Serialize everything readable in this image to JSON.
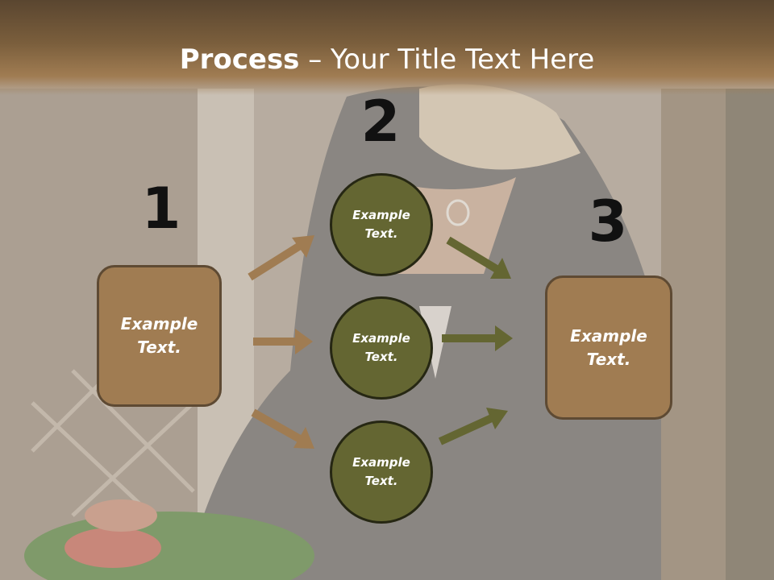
{
  "title": {
    "bold": "Process",
    "rest": " – Your Title Text Here"
  },
  "steps": {
    "one": "1",
    "two": "2",
    "three": "3"
  },
  "left_box": {
    "line1": "Example",
    "line2": "Text."
  },
  "circles": [
    {
      "line1": "Example",
      "line2": "Text."
    },
    {
      "line1": "Example",
      "line2": "Text."
    },
    {
      "line1": "Example",
      "line2": "Text."
    }
  ],
  "right_box": {
    "line1": "Example",
    "line2": "Text."
  },
  "colors": {
    "header": "#7a5e3c",
    "box_fill": "#a07c52",
    "circle_fill": "#646632",
    "arrow_left": "#a07c52",
    "arrow_right": "#646632"
  }
}
